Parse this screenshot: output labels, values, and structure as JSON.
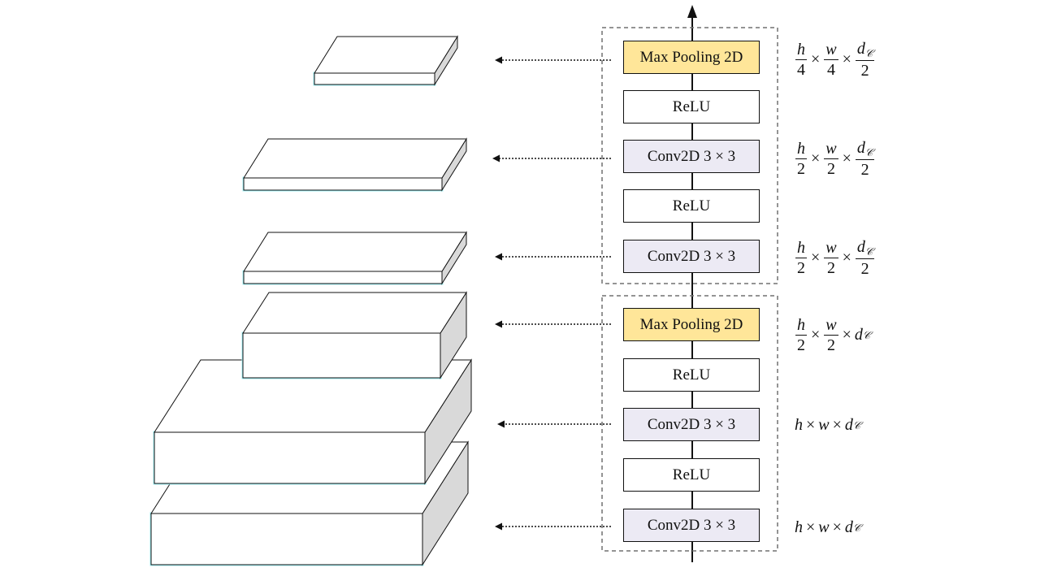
{
  "colors": {
    "pooling_fill": "#ffe699",
    "conv_fill": "#eceaf4",
    "relu_fill": "#ffffff",
    "block_side": "#d9d9d9",
    "block_glow": "#9ff0f5",
    "frame_dash": "#707070"
  },
  "layers": [
    {
      "id": "max-pooling-2d-top",
      "kind": "pooling",
      "label": "Max Pooling 2D"
    },
    {
      "id": "relu-4",
      "kind": "relu",
      "label": "ReLU"
    },
    {
      "id": "conv2d-4",
      "kind": "conv",
      "label": "Conv2D 3 × 3"
    },
    {
      "id": "relu-3",
      "kind": "relu",
      "label": "ReLU"
    },
    {
      "id": "conv2d-3",
      "kind": "conv",
      "label": "Conv2D 3 × 3"
    },
    {
      "id": "max-pooling-2d-bottom",
      "kind": "pooling",
      "label": "Max Pooling 2D"
    },
    {
      "id": "relu-2",
      "kind": "relu",
      "label": "ReLU"
    },
    {
      "id": "conv2d-2",
      "kind": "conv",
      "label": "Conv2D 3 × 3"
    },
    {
      "id": "relu-1",
      "kind": "relu",
      "label": "ReLU"
    },
    {
      "id": "conv2d-1",
      "kind": "conv",
      "label": "Conv2D 3 × 3"
    }
  ],
  "dims": {
    "d1": {
      "h_num": "h",
      "h_den": "4",
      "w_num": "w",
      "w_den": "4",
      "d_num": "d",
      "d_sub": "𝒞",
      "d_den": "2",
      "times": "×"
    },
    "d2": {
      "h_num": "h",
      "h_den": "2",
      "w_num": "w",
      "w_den": "2",
      "d_num": "d",
      "d_sub": "𝒞",
      "d_den": "2",
      "times": "×"
    },
    "d3": {
      "h_num": "h",
      "h_den": "2",
      "w_num": "w",
      "w_den": "2",
      "d_num": "d",
      "d_sub": "𝒞",
      "d_den": "2",
      "times": "×"
    },
    "d4": {
      "h_num": "h",
      "h_den": "2",
      "w_num": "w",
      "w_den": "2",
      "d": "d",
      "d_sub": "𝒞",
      "times": "×"
    },
    "d5": {
      "h": "h",
      "w": "w",
      "d": "d",
      "d_sub": "𝒞",
      "times": "×"
    },
    "d6": {
      "h": "h",
      "w": "w",
      "d": "d",
      "d_sub": "𝒞",
      "times": "×"
    }
  }
}
